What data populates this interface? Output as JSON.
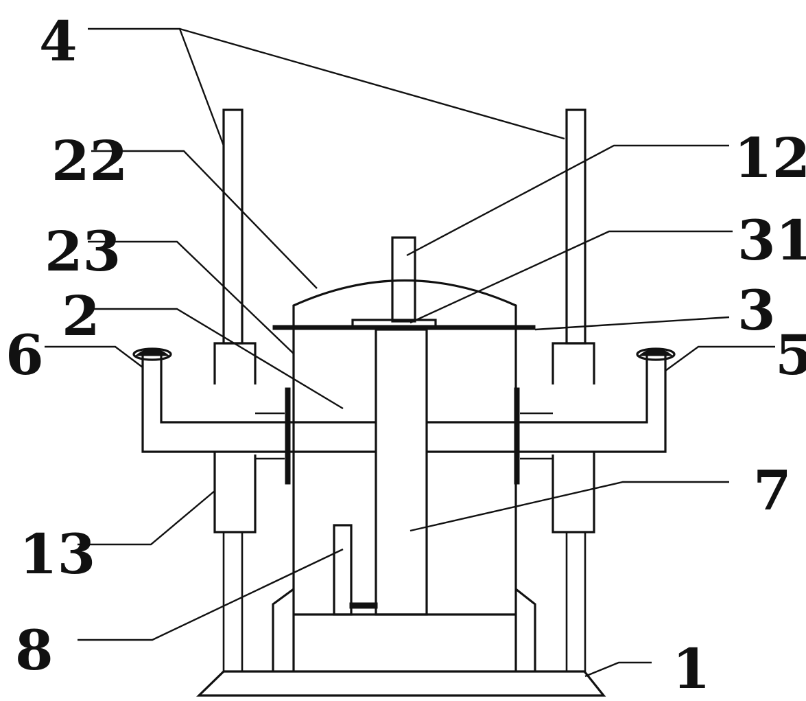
{
  "diagram": {
    "labels": {
      "l4": "4",
      "l22": "22",
      "l23": "23",
      "l2": "2",
      "l6": "6",
      "l13": "13",
      "l8": "8",
      "l12": "12",
      "l31": "31",
      "l3": "3",
      "l5": "5",
      "l7": "7",
      "l1": "1"
    }
  }
}
